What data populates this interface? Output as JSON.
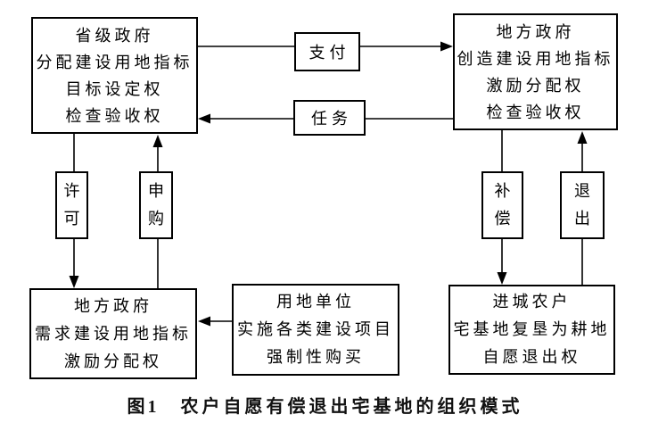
{
  "diagram": {
    "nodes": {
      "provincial_gov": {
        "lines": [
          "省级政府",
          "分配建设用地指标",
          "目标设定权",
          "检查验收权"
        ]
      },
      "local_gov_top": {
        "lines": [
          "地方政府",
          "创造建设用地指标",
          "激励分配权",
          "检查验收权"
        ]
      },
      "local_gov_bottom": {
        "lines": [
          "地方政府",
          "需求建设用地指标",
          "激励分配权"
        ]
      },
      "land_use_unit": {
        "lines": [
          "用地单位",
          "实施各类建设项目",
          "强制性购买"
        ]
      },
      "urban_farmers": {
        "lines": [
          "进城农户",
          "宅基地复垦为耕地",
          "自愿退出权"
        ]
      }
    },
    "edge_labels": {
      "pay": "支付",
      "task": "任务",
      "permit": "许可",
      "purchase_apply": "申购",
      "compensation": "补偿",
      "exit": "退出"
    }
  },
  "caption": {
    "figure_no": "图1",
    "title": "农户自愿有偿退出宅基地的组织模式"
  },
  "colors": {
    "line": "#000000",
    "text": "#000000",
    "background": "#ffffff"
  }
}
